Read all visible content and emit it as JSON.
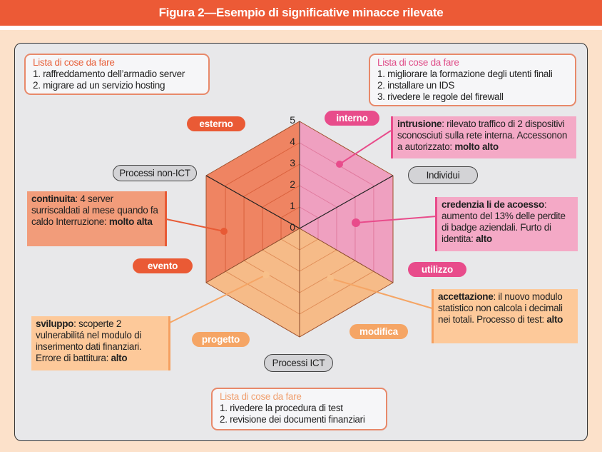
{
  "title": "Figura 2—Esempio di significative minacce rilevate",
  "chart_data": {
    "type": "radar-hexagon",
    "axis_ticks": [
      "0",
      "1",
      "2",
      "3",
      "4",
      "5"
    ],
    "range": [
      0,
      5
    ],
    "faces": [
      {
        "name": "esterno",
        "color": "#EF8462"
      },
      {
        "name": "interno",
        "color": "#EFA0C0"
      },
      {
        "name": "processi ICT",
        "color": "#F6BB88"
      }
    ]
  },
  "todo_lists": {
    "top_left": {
      "title": "Lista di cose da fare",
      "items": [
        "1. raffreddamento dell’armadio server",
        "2. migrare ad un servizio hosting"
      ]
    },
    "top_right": {
      "title": "Lista di cose da fare",
      "items": [
        "1. migliorare la formazione degli utenti finali",
        "2. installare un IDS",
        "3. rivedere le regole del firewall"
      ]
    },
    "bottom": {
      "title": "Lista di cose da fare",
      "items": [
        "1. rivedere la procedura di test",
        "2. revisione dei documenti finanziari"
      ]
    }
  },
  "labels": {
    "esterno": "esterno",
    "interno": "interno",
    "evento": "evento",
    "utilizzo": "utilizzo",
    "progetto": "progetto",
    "modifica": "modifica",
    "processi_non_ict": "Processi non-ICT",
    "individui": "Individui",
    "processi_ict": "Processi ICT"
  },
  "notes": {
    "intrusione": {
      "key": "intrusione",
      "text": ": rilevato traffico di 2 dispositivi sconosciuti sulla rete interna. Accessonon a autorizzato: ",
      "level": "molto alto"
    },
    "credenziali": {
      "key": "credenzia li de acoesso",
      "text": ": aumento del 13% delle perdite di badge aziendali. Furto di identita: ",
      "level": "alto"
    },
    "accettazione": {
      "key": "accettazione",
      "text": ": il nuovo modulo statistico non calcola i decimali nei totali. Processo di test: ",
      "level": "alto"
    },
    "continuita": {
      "key": "continuita",
      "text": ": 4 server surriscaldati al mese quando fa caldo Interruzione: ",
      "level": "molto alta"
    },
    "sviluppo": {
      "key": "sviluppo",
      "text": ": scoperte 2 vulnerabilitá nel modulo di inserimento dati finanziari. Errore di battitura: ",
      "level": "alto"
    }
  }
}
